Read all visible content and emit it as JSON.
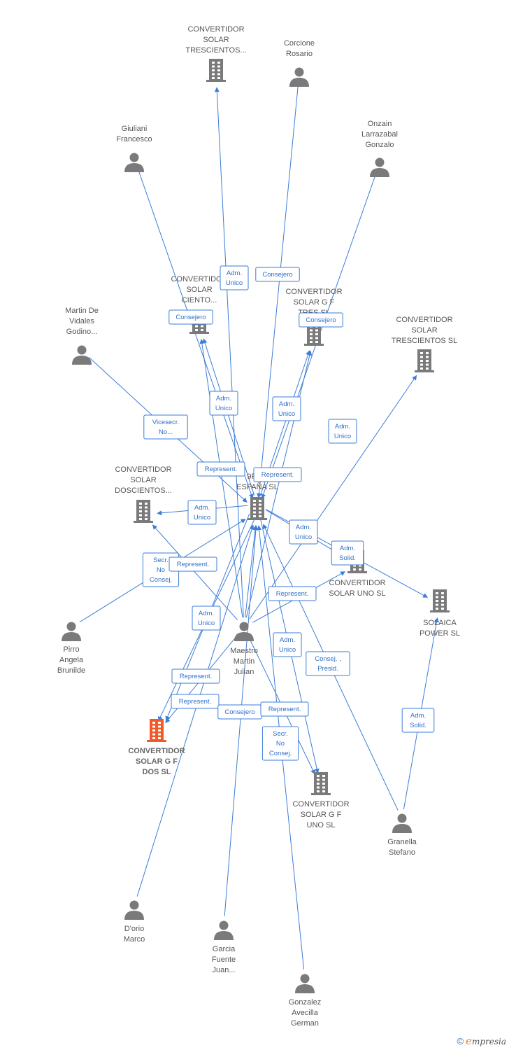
{
  "colors": {
    "edge": "#3b7dd8",
    "company": "#7a7a7a",
    "person": "#7a7a7a",
    "focus": "#f05a28"
  },
  "nodes": [
    {
      "id": "cst1",
      "type": "company",
      "lines": [
        "CONVERTIDOR",
        "SOLAR",
        "TRESCIENTOS..."
      ]
    },
    {
      "id": "corcione",
      "type": "person",
      "lines": [
        "Corcione",
        "Rosario"
      ]
    },
    {
      "id": "giuliani",
      "type": "person",
      "lines": [
        "Giuliani",
        "Francesco"
      ]
    },
    {
      "id": "onzain",
      "type": "person",
      "lines": [
        "Onzain",
        "Larrazabal",
        "Gonzalo"
      ]
    },
    {
      "id": "cciento",
      "type": "company",
      "lines": [
        "CONVERTIDOR",
        "SOLAR",
        "CIENTO..."
      ]
    },
    {
      "id": "cgftres",
      "type": "company",
      "lines": [
        "CONVERTIDOR",
        "SOLAR G F",
        "TRES SL"
      ]
    },
    {
      "id": "martindv",
      "type": "person",
      "lines": [
        "Martin De",
        "Vidales",
        "Godino..."
      ]
    },
    {
      "id": "cst2",
      "type": "company",
      "lines": [
        "CONVERTIDOR",
        "SOLAR",
        "TRESCIENTOS SL"
      ]
    },
    {
      "id": "cdosc",
      "type": "company",
      "lines": [
        "CONVERTIDOR",
        "SOLAR",
        "DOSCIENTOS..."
      ]
    },
    {
      "id": "nineren",
      "type": "company",
      "lines": [
        "9REN",
        "ESPAÑA SL"
      ]
    },
    {
      "id": "cuno",
      "type": "company",
      "lines": [
        "CONVERTIDOR",
        "SOLAR UNO SL"
      ]
    },
    {
      "id": "solaica",
      "type": "company",
      "lines": [
        "SOLAICA",
        "POWER  SL"
      ]
    },
    {
      "id": "pirro",
      "type": "person",
      "lines": [
        "Pirro",
        "Angela",
        "Brunilde"
      ]
    },
    {
      "id": "maestro",
      "type": "person",
      "lines": [
        "Maestro",
        "Martin",
        "Julian"
      ]
    },
    {
      "id": "cgfdos",
      "type": "company",
      "focus": true,
      "lines": [
        "CONVERTIDOR",
        "SOLAR G F",
        "DOS SL"
      ]
    },
    {
      "id": "cgfuno",
      "type": "company",
      "lines": [
        "CONVERTIDOR",
        "SOLAR G F",
        "UNO SL"
      ]
    },
    {
      "id": "granella",
      "type": "person",
      "lines": [
        "Granella",
        "Stefano"
      ]
    },
    {
      "id": "dorio",
      "type": "person",
      "lines": [
        "D'orio",
        "Marco"
      ]
    },
    {
      "id": "garcia",
      "type": "person",
      "lines": [
        "Garcia",
        "Fuente",
        "Juan..."
      ]
    },
    {
      "id": "gonzalez",
      "type": "person",
      "lines": [
        "Gonzalez",
        "Avecilla",
        "German"
      ]
    }
  ],
  "edges": [
    {
      "from": "maestro",
      "to": "cst1",
      "label": [
        "Adm.",
        "Unico"
      ]
    },
    {
      "from": "corcione",
      "to": "nineren",
      "label": [
        "Consejero"
      ]
    },
    {
      "from": "giuliani",
      "to": "nineren",
      "label": [
        "Consejero"
      ]
    },
    {
      "from": "onzain",
      "to": "nineren",
      "label": [
        "Consejero"
      ]
    },
    {
      "from": "maestro",
      "to": "cciento",
      "label": [
        "Adm.",
        "Unico"
      ]
    },
    {
      "from": "maestro",
      "to": "cgftres",
      "label": [
        "Adm.",
        "Unico"
      ]
    },
    {
      "from": "martindv",
      "to": "nineren",
      "label": [
        "Vicesecr.",
        "No..."
      ]
    },
    {
      "from": "maestro",
      "to": "cst2",
      "label": [
        "Adm.",
        "Unico"
      ]
    },
    {
      "from": "nineren",
      "to": "cciento",
      "label": [
        "Represent."
      ]
    },
    {
      "from": "nineren",
      "to": "cgftres",
      "label": [
        "Represent."
      ]
    },
    {
      "from": "maestro",
      "to": "cdosc",
      "label": [
        "Adm.",
        "Unico"
      ]
    },
    {
      "from": "maestro",
      "to": "cuno",
      "label": [
        "Adm.",
        "Unico"
      ]
    },
    {
      "from": "nineren",
      "to": "solaica",
      "label": [
        "Adm.",
        "Solid."
      ]
    },
    {
      "from": "pirro",
      "to": "nineren",
      "label": [
        "Secr.",
        "No",
        "Consej."
      ]
    },
    {
      "from": "nineren",
      "to": "cdosc",
      "label": [
        "Represent."
      ]
    },
    {
      "from": "nineren",
      "to": "cuno",
      "label": [
        "Represent."
      ]
    },
    {
      "from": "maestro",
      "to": "cgfdos",
      "label": [
        "Adm.",
        "Unico"
      ]
    },
    {
      "from": "nineren",
      "to": "cgfdos",
      "label": [
        "Represent."
      ]
    },
    {
      "from": "nineren",
      "to": "cgfdos",
      "label": [
        "Represent."
      ]
    },
    {
      "from": "maestro",
      "to": "nineren",
      "label": [
        "Consejero"
      ]
    },
    {
      "from": "maestro",
      "to": "cgfuno",
      "label": [
        "Adm.",
        "Unico"
      ]
    },
    {
      "from": "nineren",
      "to": "cgfuno",
      "label": [
        "Represent."
      ]
    },
    {
      "from": "gonzalez",
      "to": "nineren",
      "label": [
        "Secr.",
        "No",
        "Consej."
      ]
    },
    {
      "from": "granella",
      "to": "nineren",
      "label": [
        "Consej. ,",
        "Presid."
      ]
    },
    {
      "from": "granella",
      "to": "solaica",
      "label": [
        "Adm.",
        "Solid."
      ]
    },
    {
      "from": "dorio",
      "to": "nineren",
      "label": []
    },
    {
      "from": "garcia",
      "to": "nineren",
      "label": []
    }
  ],
  "footer": {
    "copyright_symbol": "©",
    "brand_initial": "e",
    "brand_rest": "mpresia"
  }
}
